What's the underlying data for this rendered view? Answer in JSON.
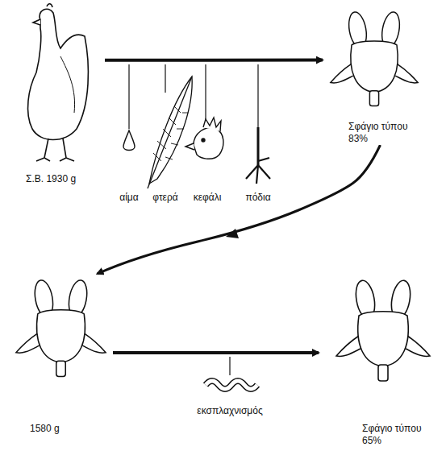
{
  "diagram": {
    "nodes": [
      {
        "text": [
          "Σ.Β. 1930 g"
        ]
      },
      {
        "text": [
          "Σφάγιο τύπου 83%"
        ]
      },
      {
        "text": [
          "1580 g"
        ]
      },
      {
        "text": [
          "Σφάγιο τύπου 65%"
        ]
      }
    ],
    "edges": [
      {
        "from": 0,
        "to": 1,
        "arrow": "to"
      },
      {
        "from": 1,
        "to": 2,
        "arrow": "to"
      },
      {
        "from": 2,
        "to": 3,
        "arrow": "to"
      }
    ],
    "labels": [
      "αίμα",
      "φτερά",
      "κεφάλι",
      "πόδια",
      "εκσπλαχνισμός"
    ]
  }
}
